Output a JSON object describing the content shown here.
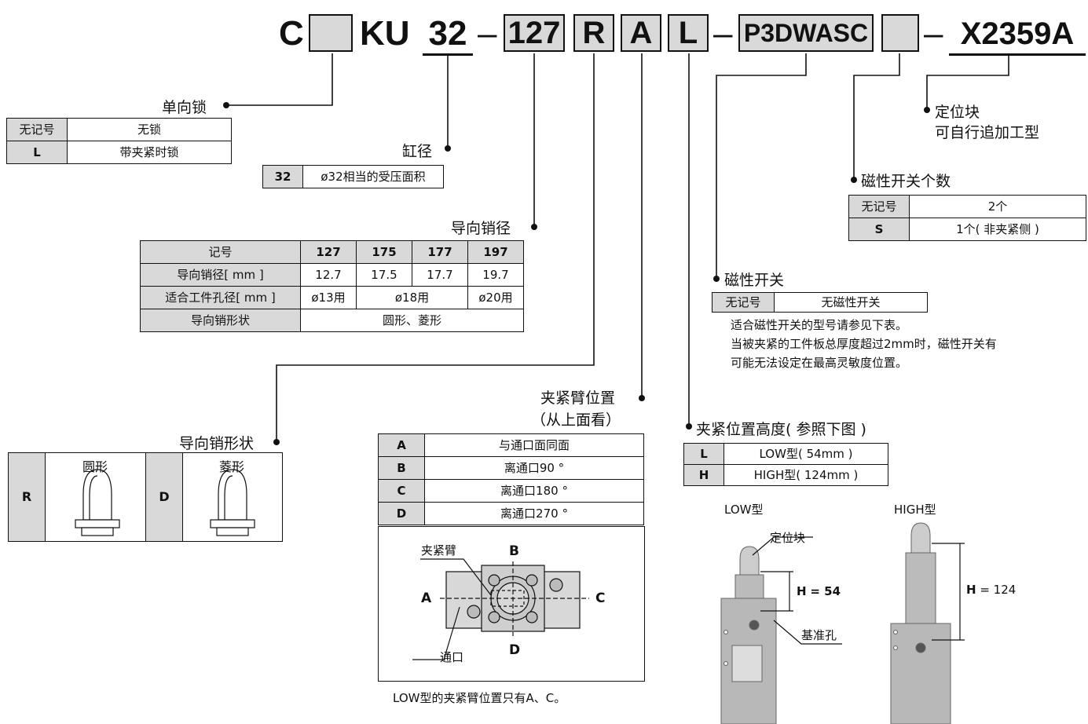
{
  "code": {
    "c": "C",
    "box1": "",
    "ku": "KU",
    "bore": "32",
    "dash1": "–",
    "pin": "127",
    "shape": "R",
    "arm": "A",
    "height": "L",
    "dash2": "–",
    "switch": "P3DWASC",
    "box2": "",
    "dash3": "–",
    "special": "X2359A"
  },
  "lock": {
    "title": "单向锁",
    "rows": [
      [
        "无记号",
        "无锁"
      ],
      [
        "L",
        "带夹紧时锁"
      ]
    ]
  },
  "bore": {
    "title": "缸径",
    "rows": [
      [
        "32",
        "ø32相当的受压面积"
      ]
    ]
  },
  "pin_dia": {
    "title": "导向销径",
    "header": [
      "记号",
      "127",
      "175",
      "177",
      "197"
    ],
    "row1": [
      "导向销径[ mm ]",
      "12.7",
      "17.5",
      "17.7",
      "19.7"
    ],
    "row2": [
      "适合工件孔径[ mm ]",
      "ø13用",
      "ø18用",
      "ø20用"
    ],
    "row3": [
      "导向销形状",
      "圆形、菱形"
    ]
  },
  "pin_shape": {
    "title": "导向销形状",
    "r_code": "R",
    "r_name": "圆形",
    "d_code": "D",
    "d_name": "菱形"
  },
  "arm_pos": {
    "title1": "夹紧臂位置",
    "title2": "（从上面看）",
    "rows": [
      [
        "A",
        "与通口面同面"
      ],
      [
        "B",
        "离通口90 °"
      ],
      [
        "C",
        "离通口180 °"
      ],
      [
        "D",
        "离通口270 °"
      ]
    ],
    "diagram": {
      "arm_label": "夹紧臂",
      "port_label": "通口",
      "a": "A",
      "b": "B",
      "c": "C",
      "d": "D"
    },
    "note": "LOW型的夹紧臂位置只有A、C。"
  },
  "locator": {
    "title": "定位块",
    "sub": "可自行追加工型"
  },
  "switch_count": {
    "title": "磁性开关个数",
    "rows": [
      [
        "无记号",
        "2个"
      ],
      [
        "S",
        "1个( 非夹紧侧 )"
      ]
    ]
  },
  "switch": {
    "title": "磁性开关",
    "rows": [
      [
        "无记号",
        "无磁性开关"
      ]
    ],
    "note1": "适合磁性开关的型号请参见下表。",
    "note2": "当被夹紧的工件板总厚度超过2mm时，磁性开关有",
    "note3": "可能无法设定在最高灵敏度位置。"
  },
  "clamp_height": {
    "title": "夹紧位置高度( 参照下图 )",
    "rows": [
      [
        "L",
        "LOW型( 54mm )"
      ],
      [
        "H",
        "HIGH型( 124mm )"
      ]
    ],
    "low_label": "LOW型",
    "high_label": "HIGH型",
    "locator_label": "定位块",
    "ref_hole_label": "基准孔",
    "h54_label": "H",
    "h54_value": "= 54",
    "h124_label": "H",
    "h124_value": "= 124"
  }
}
